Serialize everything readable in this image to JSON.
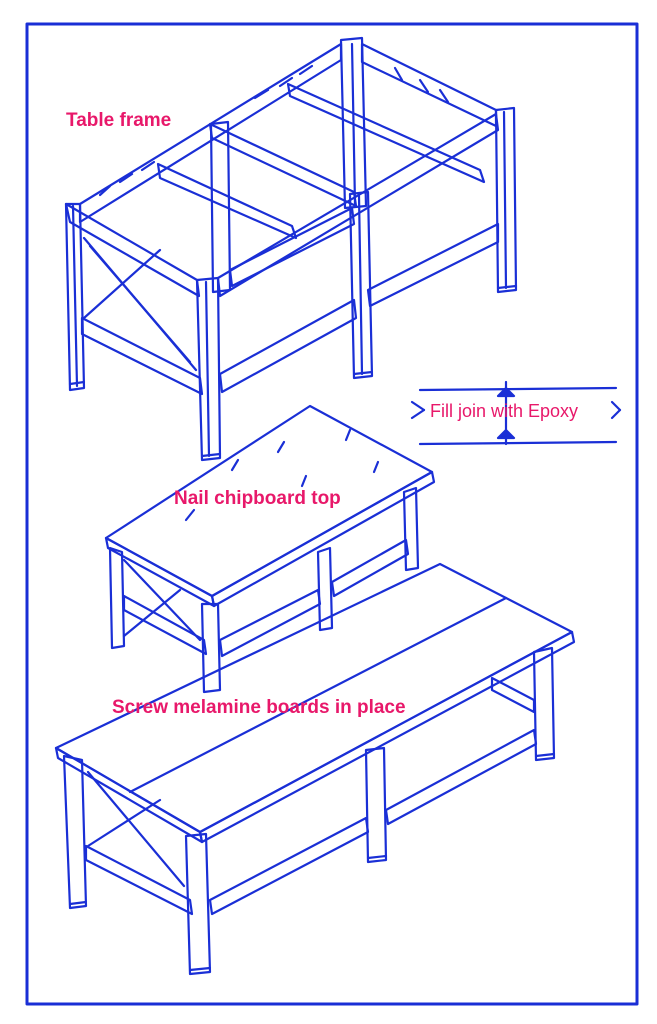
{
  "labels": {
    "table_frame": "Table frame",
    "nail_top": "Nail chipboard top",
    "screw_boards": "Screw melamine boards in place",
    "epoxy_note": "Fill join with Epoxy"
  },
  "colors": {
    "ink": "#1a2fd6",
    "label": "#e8186a",
    "paper": "#ffffff"
  }
}
